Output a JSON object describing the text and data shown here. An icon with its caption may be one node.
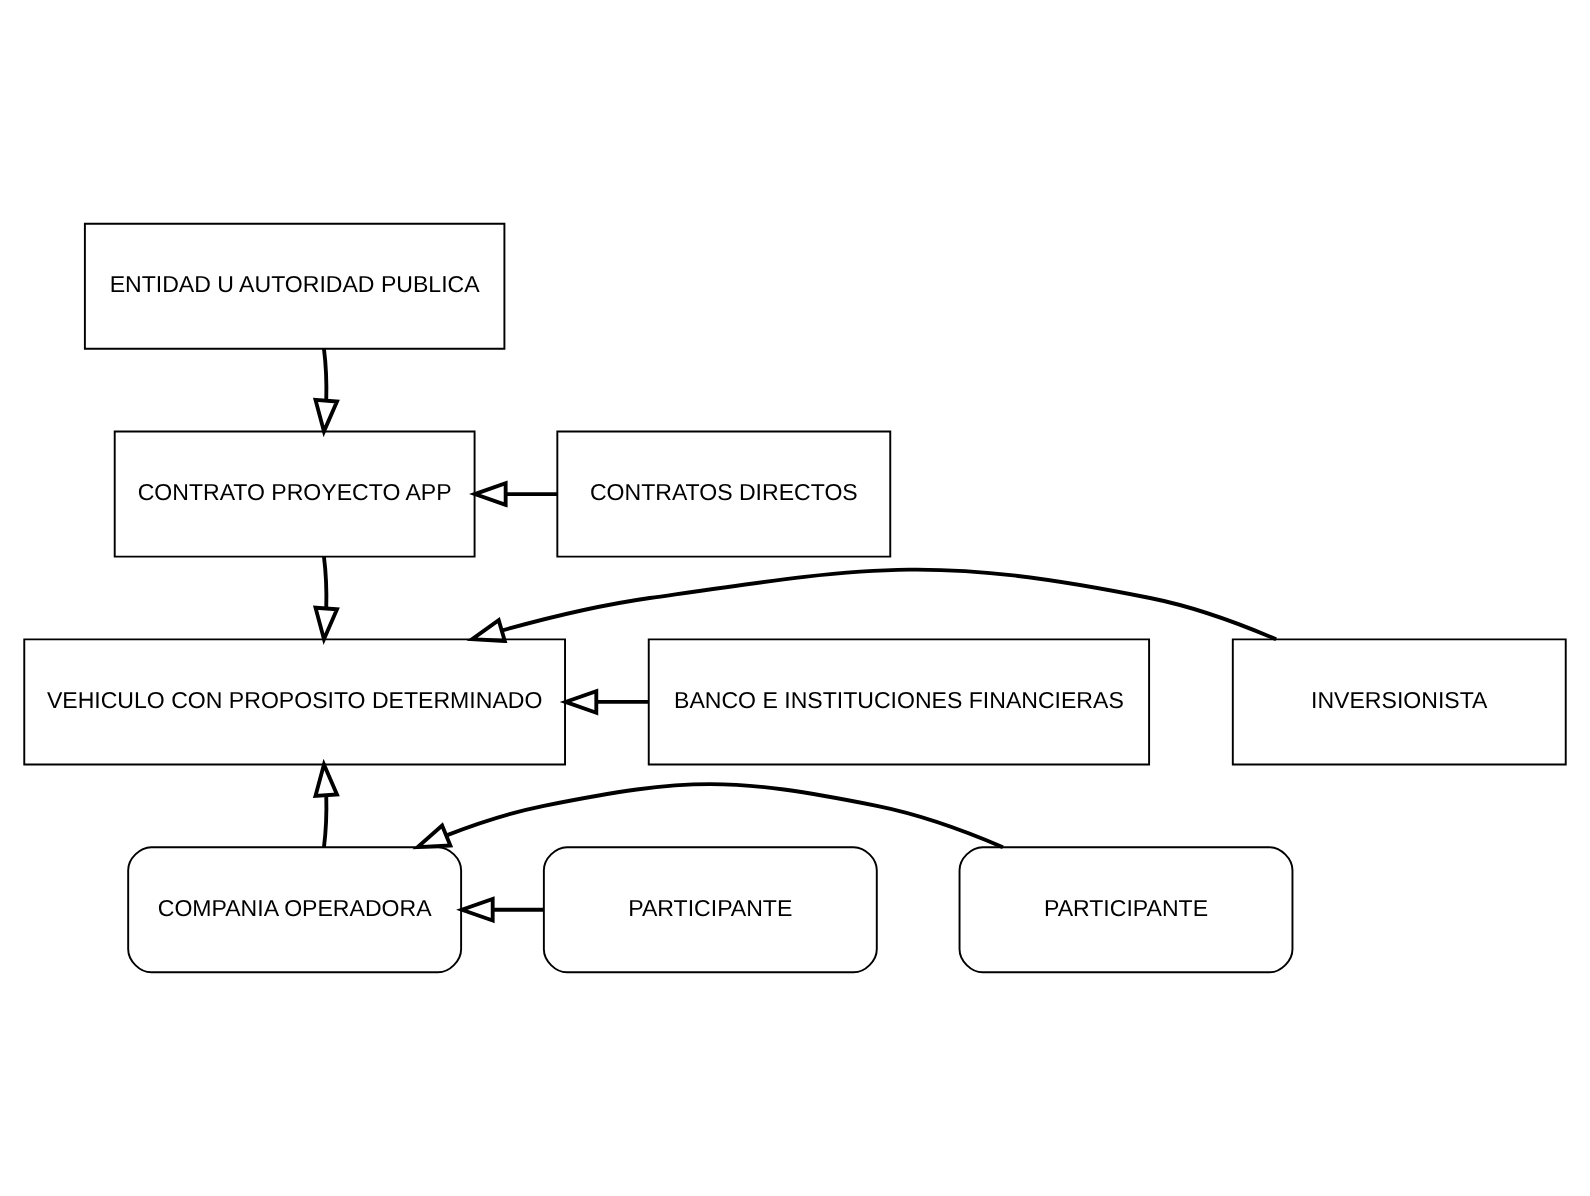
{
  "diagram": {
    "nodes": [
      {
        "text": [
          "ENTIDAD U AUTORIDAD PUBLICA"
        ]
      },
      {
        "text": [
          "CONTRATOS DIRECTOS"
        ]
      },
      {
        "text": [
          "CONTRATO PROYECTO APP"
        ]
      },
      {
        "text": [
          "BANCO E INSTITUCIONES FINANCIERAS"
        ]
      },
      {
        "text": [
          "VEHICULO CON PROPOSITO DETERMINADO"
        ]
      },
      {
        "text": [
          "INVERSIONISTA"
        ]
      },
      {
        "text": [
          "PARTICIPANTE"
        ]
      },
      {
        "text": [
          "COMPANIA OPERADORA"
        ]
      },
      {
        "text": [
          "PARTICIPANTE"
        ]
      }
    ],
    "edges": [
      {
        "from": 0,
        "to": 2,
        "arrow": "to"
      },
      {
        "from": 1,
        "to": 2,
        "arrow": "to"
      },
      {
        "from": 2,
        "to": 4,
        "arrow": "to"
      },
      {
        "from": 3,
        "to": 4,
        "arrow": "to"
      },
      {
        "from": 5,
        "to": 4,
        "arrow": "to"
      },
      {
        "from": 7,
        "to": 4,
        "arrow": "to"
      },
      {
        "from": 6,
        "to": 7,
        "arrow": "to"
      },
      {
        "from": 8,
        "to": 7,
        "arrow": "to"
      }
    ]
  }
}
